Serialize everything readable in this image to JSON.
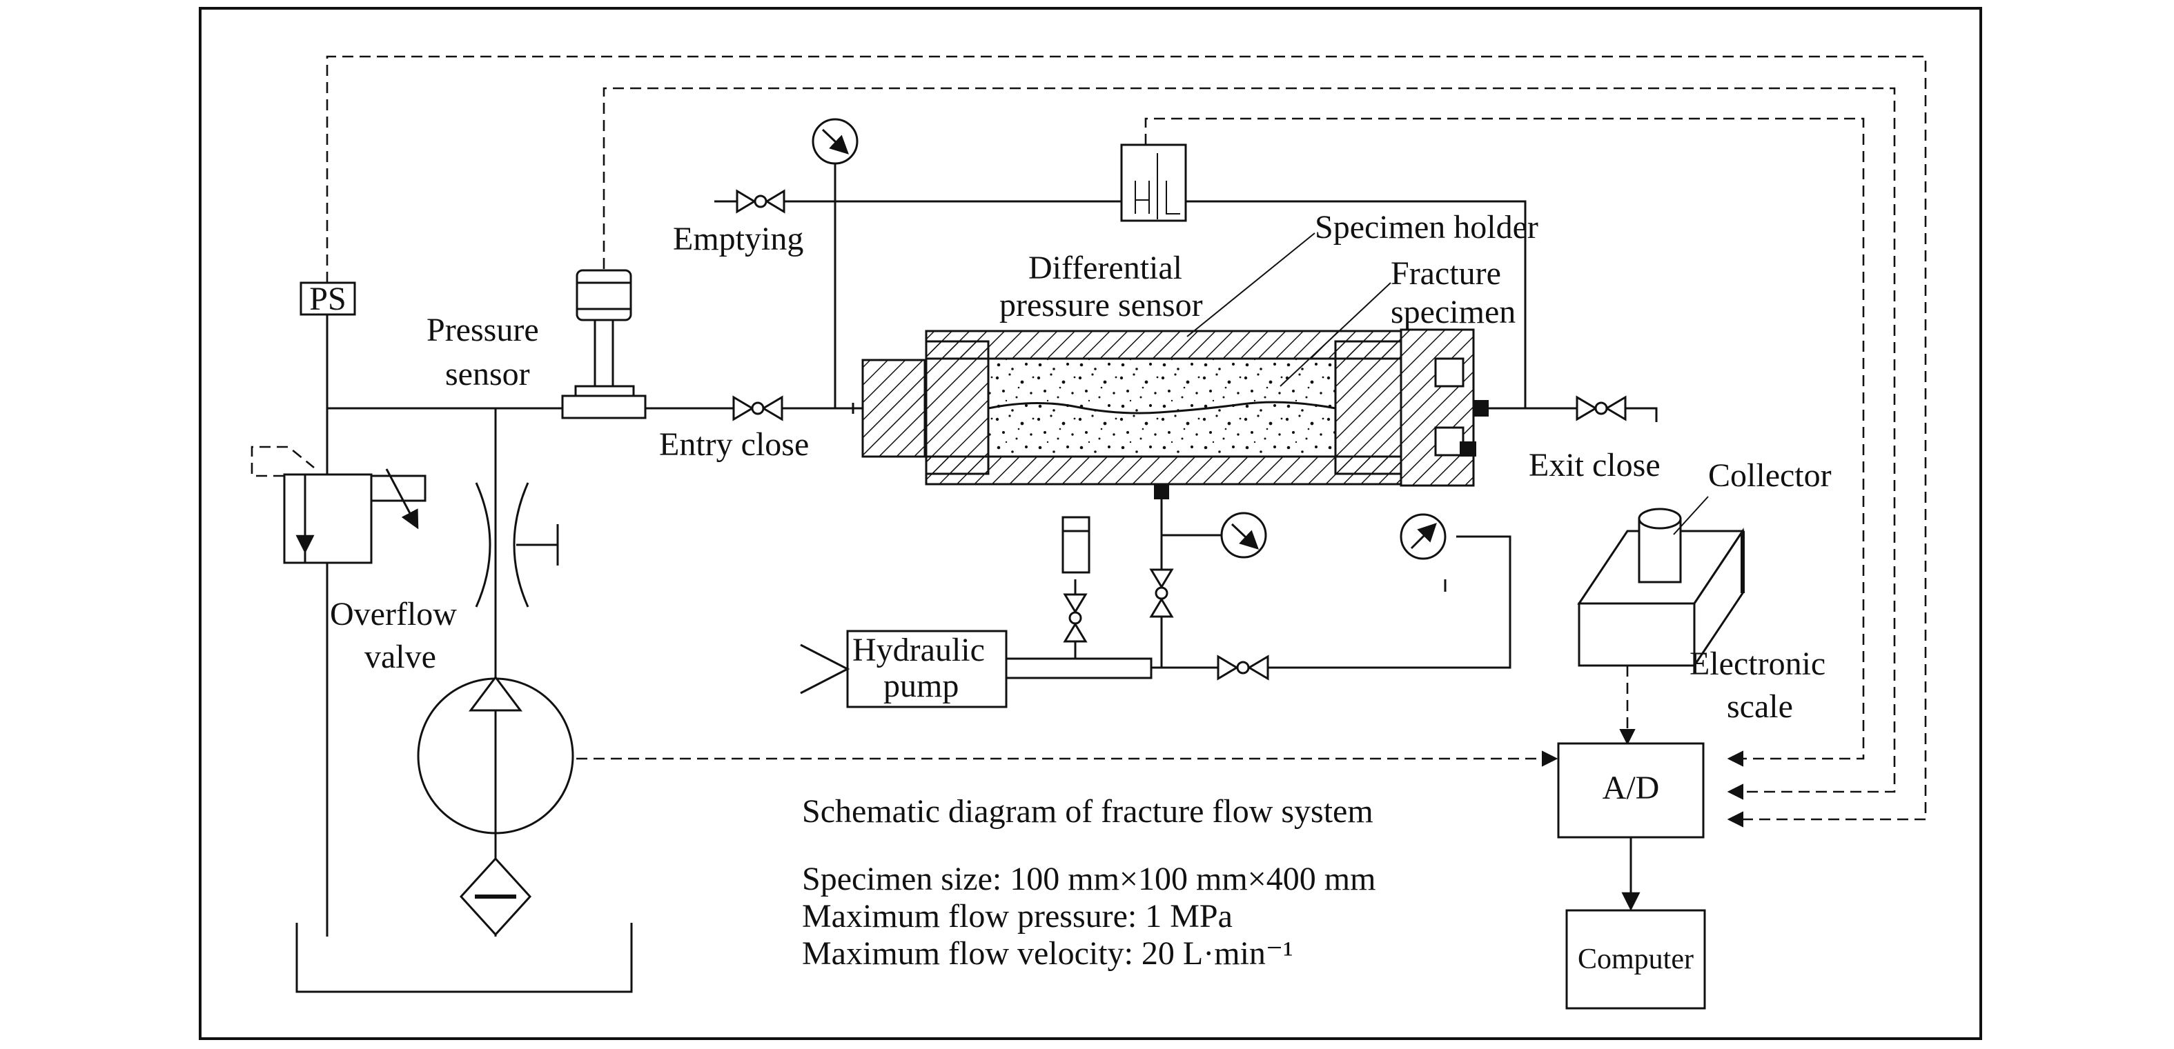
{
  "labels": {
    "ps": "PS",
    "pressure_sensor_1": "Pressure",
    "pressure_sensor_2": "sensor",
    "emptying": "Emptying",
    "differential_1": "Differential",
    "differential_2": "pressure sensor",
    "dp_symbol": "H|L",
    "specimen_holder": "Specimen holder",
    "fracture_1": "Fracture",
    "fracture_2": "specimen",
    "entry_close": "Entry close",
    "exit_close": "Exit close",
    "collector": "Collector",
    "overflow_1": "Overflow",
    "overflow_2": "valve",
    "hydraulic_1": "Hydraulic",
    "hydraulic_2": "pump",
    "electronic_1": "Electronic",
    "electronic_2": "scale",
    "ad": "A/D",
    "computer": "Computer"
  },
  "info": {
    "title": "Schematic diagram of fracture flow system",
    "specimen_size": "Specimen size: 100 mm×100 mm×400 mm",
    "max_pressure": "Maximum flow pressure: 1 MPa",
    "max_velocity": "Maximum flow velocity: 20 L·min⁻¹"
  }
}
